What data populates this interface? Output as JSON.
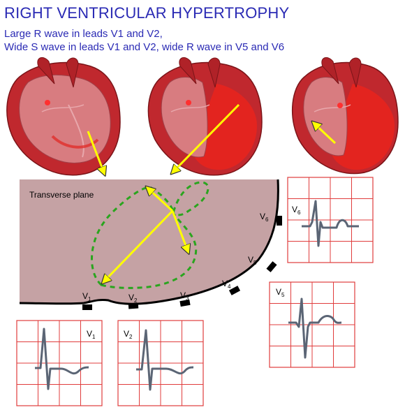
{
  "title": "RIGHT VENTRICULAR HYPERTROPHY",
  "subtitle_line1": "Large R wave in leads V1 and V2,",
  "subtitle_line2": "Wide S wave in leads V1 and V2, wide R wave in V5 and V6",
  "plane_label": "Transverse plane",
  "leads": {
    "v1": {
      "letter": "V",
      "num": "1"
    },
    "v2": {
      "letter": "V",
      "num": "2"
    },
    "v3": {
      "letter": "V",
      "num": "3"
    },
    "v4": {
      "letter": "V",
      "num": "4"
    },
    "v5": {
      "letter": "V",
      "num": "5"
    },
    "v6": {
      "letter": "V",
      "num": "6"
    }
  },
  "colors": {
    "title": "#2a2ab4",
    "heart_outer": "#c0282e",
    "heart_inner": "#d87c80",
    "hypertrophy": "#e3241f",
    "vector_arrow": "#ffff00",
    "loop": "#2aa51e",
    "torso": "#c5a2a4",
    "grid": "#e03c3c",
    "ecg_trace": "#5b6575"
  }
}
